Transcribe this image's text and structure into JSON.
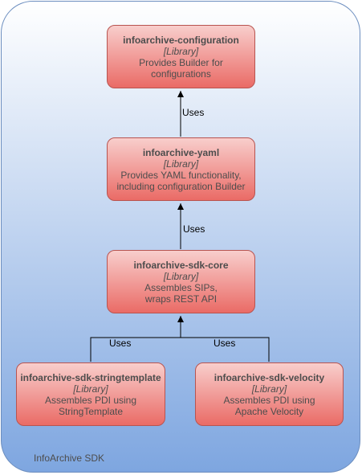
{
  "container": {
    "label": "InfoArchive SDK"
  },
  "nodes": {
    "configuration": {
      "title": "infoarchive-configuration",
      "type": "[Library]",
      "description": "Provides Builder for\nconfigurations"
    },
    "yaml": {
      "title": "infoarchive-yaml",
      "type": "[Library]",
      "description": "Provides YAML functionality,\nincluding configuration Builder"
    },
    "core": {
      "title": "infoarchive-sdk-core",
      "type": "[Library]",
      "description": "Assembles SIPs,\nwraps REST API"
    },
    "stringtemplate": {
      "title": "infoarchive-sdk-stringtemplate",
      "type": "[Library]",
      "description": "Assembles PDI using\nStringTemplate"
    },
    "velocity": {
      "title": "infoarchive-sdk-velocity",
      "type": "[Library]",
      "description": "Assembles PDI using\nApache Velocity"
    }
  },
  "edges": {
    "yaml_to_configuration": "Uses",
    "core_to_yaml": "Uses",
    "stringtemplate_to_core": "Uses",
    "velocity_to_core": "Uses"
  }
}
